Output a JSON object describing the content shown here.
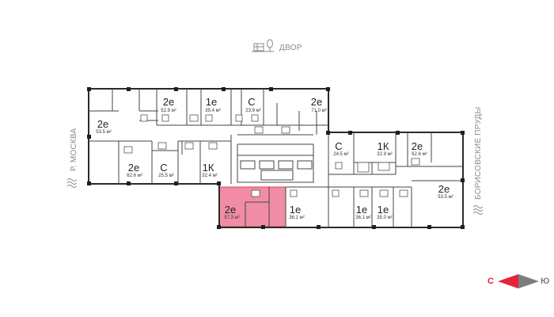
{
  "surroundings": {
    "top": "ДВОР",
    "left": "Р. МОСКВА",
    "right": "БОРИСОВСКИЕ ПРУДЫ"
  },
  "compass": {
    "left": "С",
    "right": "Ю"
  },
  "colors": {
    "selected": "#f08da4",
    "selected_stroke": "#d9435f",
    "wall": "#2a2a2a",
    "arrow_red": "#e3243b",
    "arrow_grey": "#7d7d7d"
  },
  "units": [
    {
      "type": "2e",
      "area": "52.9 м²"
    },
    {
      "type": "1e",
      "area": "35.4 м²"
    },
    {
      "type": "С",
      "area": "23.9 м²"
    },
    {
      "type": "2e",
      "area": "71.0 м²"
    },
    {
      "type": "2e",
      "area": "53.5 м²"
    },
    {
      "type": "2e",
      "area": "62.6 м²"
    },
    {
      "type": "С",
      "area": "25.5 м²"
    },
    {
      "type": "1К",
      "area": "32.4 м²"
    },
    {
      "type": "С",
      "area": "24.5 м²"
    },
    {
      "type": "1К",
      "area": "32.9 м²"
    },
    {
      "type": "2e",
      "area": "62.6 м²"
    },
    {
      "type": "2e",
      "area": "53.5 м²"
    },
    {
      "type": "2e",
      "area": "57.3 м²",
      "selected": true
    },
    {
      "type": "1e",
      "area": "36.1 м²"
    },
    {
      "type": "1e",
      "area": "36.1 м²"
    },
    {
      "type": "1e",
      "area": "35.0 м²"
    }
  ]
}
